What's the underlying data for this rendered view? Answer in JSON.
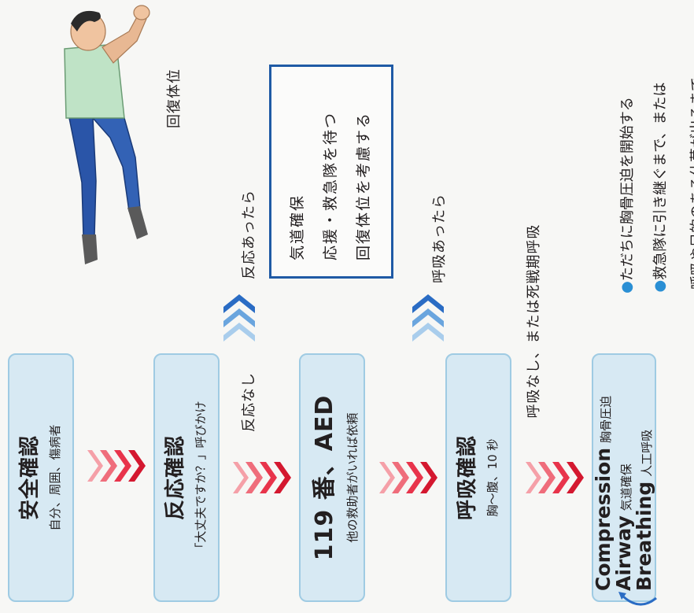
{
  "steps": [
    {
      "title": "安全確認",
      "sub": "自分、周囲、傷病者"
    },
    {
      "title": "反応確認",
      "sub": "「大丈夫ですか？」呼びかけ"
    },
    {
      "title": "119 番、AED",
      "sub": "他の救助者がいれば依頼"
    },
    {
      "title": "呼吸確認",
      "sub": "胸〜腹、10 秒"
    }
  ],
  "cab": [
    {
      "en": "Compression",
      "ja": "胸骨圧迫"
    },
    {
      "en": "Airway",
      "ja": "気道確保"
    },
    {
      "en": "Breathing",
      "ja": "人工呼吸"
    }
  ],
  "branch_labels": {
    "no_response": "反応なし",
    "response": "反応あったら",
    "breathing": "呼吸あったら",
    "no_breathing": "呼吸なし、または死戦期呼吸",
    "recovery_position": "回復体位"
  },
  "framed_box": {
    "lines": [
      "気道確保",
      "応援・救急隊を待つ",
      "回復体位を考慮する"
    ]
  },
  "notes": [
    "ただちに胸骨圧迫を開始する",
    "救急隊に引き継ぐまで、または",
    "呼吸や目的のある仕草が出るまで"
  ],
  "colors": {
    "box_fill": "#d7e9f3",
    "box_border": "#9fcbe3",
    "chevron_red": "#e8344b",
    "chevron_blue": "#2a6cc4",
    "frame_border": "#1f5aa5",
    "bullet": "#2a8fd4"
  },
  "icons": [
    "recovery-position-illustration",
    "chevron-right-arrows",
    "chevron-up-arrows",
    "loop-arrow-icon"
  ]
}
